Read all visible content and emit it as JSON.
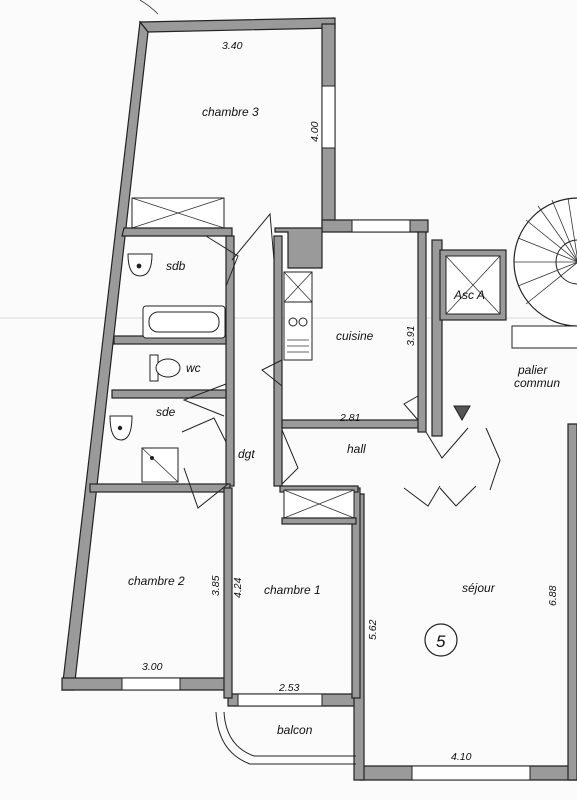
{
  "rooms": {
    "chambre3": "chambre 3",
    "sdb": "sdb",
    "wc": "wc",
    "sde": "sde",
    "dgt": "dgt",
    "cuisine": "cuisine",
    "hall": "hall",
    "asc": "Asc A",
    "palier_line1": "palier",
    "palier_line2": "commun",
    "chambre2": "chambre 2",
    "chambre1": "chambre 1",
    "sejour": "séjour",
    "balcon": "balcon",
    "lot_number": "5"
  },
  "dimensions": {
    "chambre3_width": "3.40",
    "chambre3_depth": "4.00",
    "cuisine_depth": "3.91",
    "cuisine_width": "2.81",
    "chambre2_depth": "3.85",
    "chambre2_width": "3.00",
    "chambre1_depth": "4.24",
    "chambre1_width": "2.53",
    "sejour_depth_left": "5.62",
    "sejour_depth_right": "6.88",
    "sejour_width": "4.10"
  },
  "colors": {
    "wall_fill": "#9a9a9a",
    "line": "#222222",
    "background": "#fbfbfb"
  }
}
